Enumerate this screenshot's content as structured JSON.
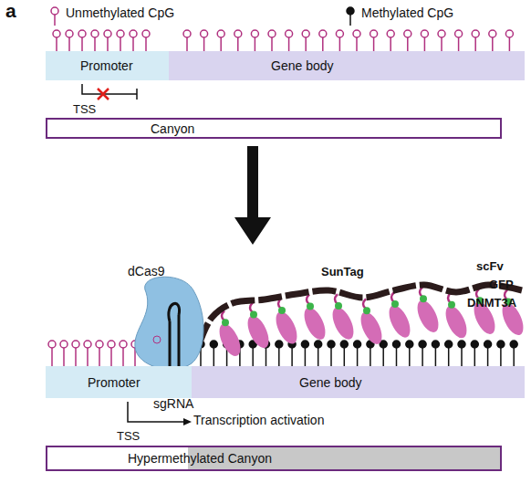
{
  "diagram": {
    "nodes": [
      {
        "text": [
          "Promoter"
        ]
      },
      {
        "text": [
          "Gene body"
        ]
      },
      {
        "text": [
          "Canyon"
        ]
      },
      {
        "text": [
          "Promoter"
        ]
      },
      {
        "text": [
          "Gene body"
        ]
      },
      {
        "text": [
          "Hypermethylated Canyon"
        ]
      }
    ],
    "labels": [
      "a",
      "TSS",
      "TSS",
      "dCas9",
      "sgRNA",
      "SunTag",
      "scFv",
      "GFP",
      "DNMT3A",
      "Transcription activation"
    ],
    "legend": [
      {
        "text": "Unmethylated CpG"
      },
      {
        "text": "Methylated CpG"
      }
    ]
  }
}
